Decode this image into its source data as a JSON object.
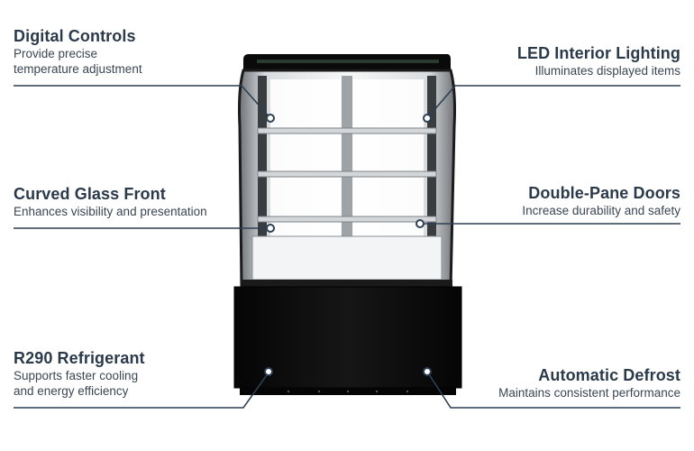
{
  "features": {
    "digital_controls": {
      "title": "Digital Controls",
      "description_line1": "Provide precise",
      "description_line2": "temperature adjustment"
    },
    "curved_glass": {
      "title": "Curved Glass Front",
      "description_line1": "Enhances visibility and presentation"
    },
    "r290": {
      "title": "R290 Refrigerant",
      "description_line1": "Supports faster cooling",
      "description_line2": "and energy efficiency"
    },
    "led_lighting": {
      "title": "LED Interior Lighting",
      "description_line1": "Illuminates displayed items"
    },
    "double_pane": {
      "title": "Double-Pane Doors",
      "description_line1": "Increase durability and safety"
    },
    "auto_defrost": {
      "title": "Automatic Defrost",
      "description_line1": "Maintains consistent performance"
    }
  },
  "colors": {
    "text": "#2b3a4a",
    "line": "#2d3f52",
    "cabinet": "#0b0b0b",
    "glass": "#f1f3f4",
    "light_panel": "#ffffff"
  }
}
